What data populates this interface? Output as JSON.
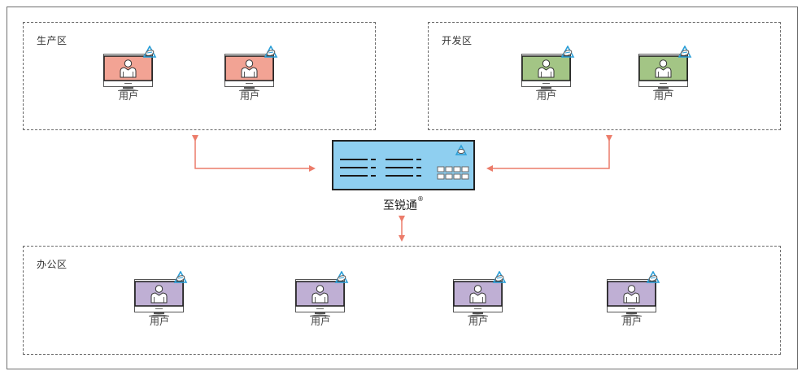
{
  "diagram": {
    "title": "至锐通部署拓扑",
    "colors": {
      "border": "#6f6f6f",
      "zone_border": "#6a6a6a",
      "arrow": "#ec7c6a",
      "device_fill": "#8fcff0",
      "badge": "#2b9fd8",
      "production_screen": "#f2a394",
      "development_screen": "#a3c585",
      "office_screen": "#bfafd4"
    },
    "central_device": {
      "label": "至锐通",
      "registered_mark": "®",
      "icon": "network-appliance-icon"
    },
    "zones": [
      {
        "id": "production",
        "title": "生产区",
        "users": [
          {
            "label": "用户"
          },
          {
            "label": "用户"
          }
        ]
      },
      {
        "id": "development",
        "title": "开发区",
        "users": [
          {
            "label": "用户"
          },
          {
            "label": "用户"
          }
        ]
      },
      {
        "id": "office",
        "title": "办公区",
        "users": [
          {
            "label": "用户"
          },
          {
            "label": "用户"
          },
          {
            "label": "用户"
          },
          {
            "label": "用户"
          }
        ]
      }
    ],
    "connections": [
      {
        "from": "central_device",
        "to": "production",
        "direction": "bidirectional"
      },
      {
        "from": "central_device",
        "to": "development",
        "direction": "bidirectional"
      },
      {
        "from": "central_device",
        "to": "office",
        "direction": "bidirectional"
      }
    ]
  }
}
